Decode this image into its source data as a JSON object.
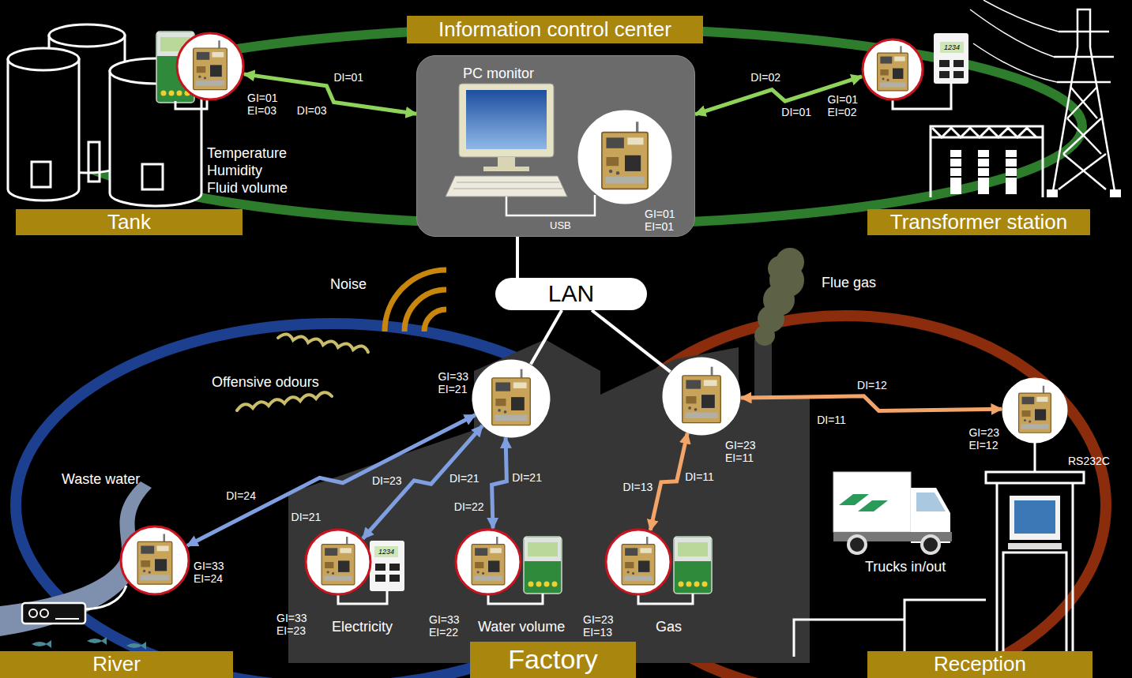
{
  "diagram": {
    "nodes": [
      {
        "text": [
          "Information control center"
        ]
      },
      {
        "text": [
          "GI=01 EI=03"
        ]
      },
      {
        "text": [
          "PC monitor",
          "USB"
        ]
      },
      {
        "text": [
          "GI=01 EI=01"
        ],
        "in": 2
      },
      {
        "text": [
          "GI=01 EI=02"
        ]
      },
      {
        "text": [
          "Tank"
        ]
      },
      {
        "text": [
          "Transformer station"
        ]
      },
      {
        "text": [
          "LAN"
        ]
      },
      {
        "text": [
          "GI=33 EI=21"
        ]
      },
      {
        "text": [
          "GI=23 EI=11"
        ]
      },
      {
        "text": [
          "GI=23 EI=12"
        ]
      },
      {
        "text": [
          "GI=33 EI=24"
        ]
      },
      {
        "text": [
          "GI=33 EI=23"
        ]
      },
      {
        "text": [
          "GI=33 EI=22"
        ]
      },
      {
        "text": [
          "GI=23 EI=13"
        ]
      },
      {
        "text": [
          "River"
        ]
      },
      {
        "text": [
          "Factory"
        ]
      },
      {
        "text": [
          "Reception"
        ]
      }
    ],
    "edges": [
      {
        "from": 1,
        "to": 2,
        "arrow": "both"
      },
      {
        "from": 2,
        "to": 4,
        "arrow": "both"
      },
      {
        "from": 2,
        "to": 7,
        "arrow": "none"
      },
      {
        "from": 7,
        "to": 8,
        "arrow": "none"
      },
      {
        "from": 7,
        "to": 9,
        "arrow": "none"
      },
      {
        "from": 11,
        "to": 8,
        "arrow": "both"
      },
      {
        "from": 12,
        "to": 8,
        "arrow": "both"
      },
      {
        "from": 13,
        "to": 8,
        "arrow": "both"
      },
      {
        "from": 14,
        "to": 9,
        "arrow": "both"
      },
      {
        "from": 9,
        "to": 10,
        "arrow": "both"
      }
    ],
    "labels": [
      "Temperature Humidity Fluid volume",
      "DI=01",
      "DI=03",
      "DI=02",
      "DI=01",
      "1234",
      "Noise",
      "Flue gas",
      "Offensive odours",
      "DI=23",
      "DI=21",
      "DI=12",
      "DI=11",
      "DI=24",
      "DI=21",
      "DI=21",
      "DI=13",
      "DI=22",
      "DI=11",
      "Waste water",
      "RS232C",
      "Trucks in/out",
      "1234",
      "Electricity",
      "Water volume",
      "Gas"
    ]
  }
}
